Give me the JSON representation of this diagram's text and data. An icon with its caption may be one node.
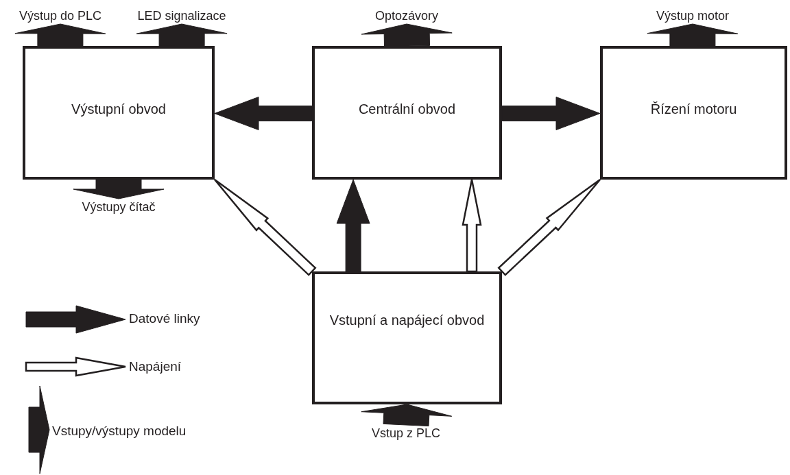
{
  "diagram": {
    "nodes": [
      {
        "text": [
          "Výstupní obvod"
        ]
      },
      {
        "text": [
          "Centrální obvod"
        ]
      },
      {
        "text": [
          "Řízení motoru"
        ]
      },
      {
        "text": [
          "Vstupní a napájecí obvod"
        ]
      },
      {
        "text": [
          "Výstup do PLC"
        ]
      },
      {
        "text": [
          "LED signalizace"
        ]
      },
      {
        "text": [
          "Optozávory"
        ]
      },
      {
        "text": [
          "Výstup motor"
        ]
      },
      {
        "text": [
          "Výstupy čítač"
        ]
      },
      {
        "text": [
          "Vstup z PLC"
        ]
      }
    ],
    "edges": [
      {
        "from": 1,
        "to": 0,
        "arrow": "to",
        "style": "thick"
      },
      {
        "from": 1,
        "to": 2,
        "arrow": "to",
        "style": "thick"
      },
      {
        "from": 3,
        "to": 1,
        "arrow": "to",
        "style": "thick"
      },
      {
        "from": 3,
        "to": 1,
        "arrow": "to"
      },
      {
        "from": 3,
        "to": 0,
        "arrow": "to"
      },
      {
        "from": 3,
        "to": 2,
        "arrow": "to"
      },
      {
        "from": 0,
        "to": 4,
        "arrow": "to",
        "style": "thick"
      },
      {
        "from": 0,
        "to": 5,
        "arrow": "to",
        "style": "thick"
      },
      {
        "from": 1,
        "to": 6,
        "arrow": "to",
        "style": "thick"
      },
      {
        "from": 2,
        "to": 7,
        "arrow": "to",
        "style": "thick"
      },
      {
        "from": 0,
        "to": 8,
        "arrow": "to",
        "style": "thick"
      },
      {
        "from": 9,
        "to": 3,
        "arrow": "to",
        "style": "thick"
      }
    ],
    "legend": [
      {
        "text": "Datové linky"
      },
      {
        "text": "Napájení"
      },
      {
        "text": "Vstupy/výstupy modelu"
      }
    ]
  }
}
